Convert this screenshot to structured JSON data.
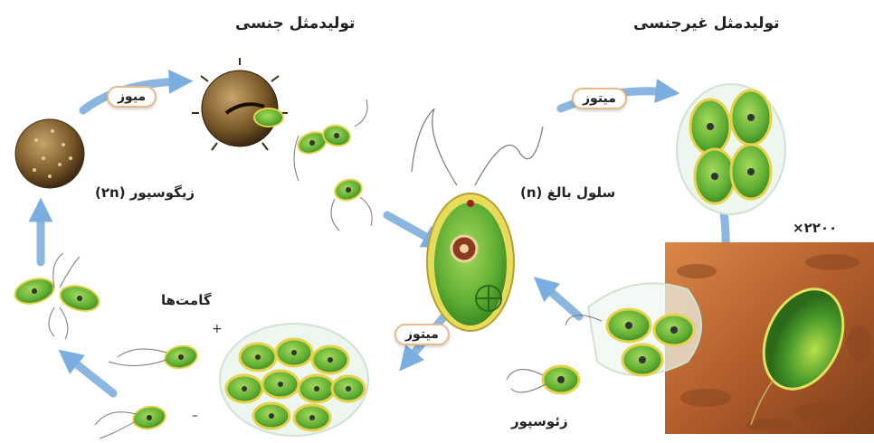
{
  "headings": {
    "sexual": "تولیدمثل جنسی",
    "asexual": "تولیدمثل غیرجنسی"
  },
  "labels": {
    "zygospore": "زیگوسپور (۲n)",
    "adult_cell": "سلول بالغ (n)",
    "gametes": "گامت‌ها",
    "zoospore": "زئوسپور",
    "magnification": "×۲۲۰۰"
  },
  "processes": {
    "meiosis": "میوز",
    "mitosis_top": "میتوز",
    "mitosis_bottom": "میتوز"
  },
  "signs": {
    "plus": "+",
    "minus": "–"
  },
  "colors": {
    "arrow": "#8ab6e0",
    "cell_fill": "#7cc242",
    "cell_rim": "#e6d24a",
    "zygospore": "#7a5a2a",
    "micrograph_bg": "#c2703a"
  }
}
